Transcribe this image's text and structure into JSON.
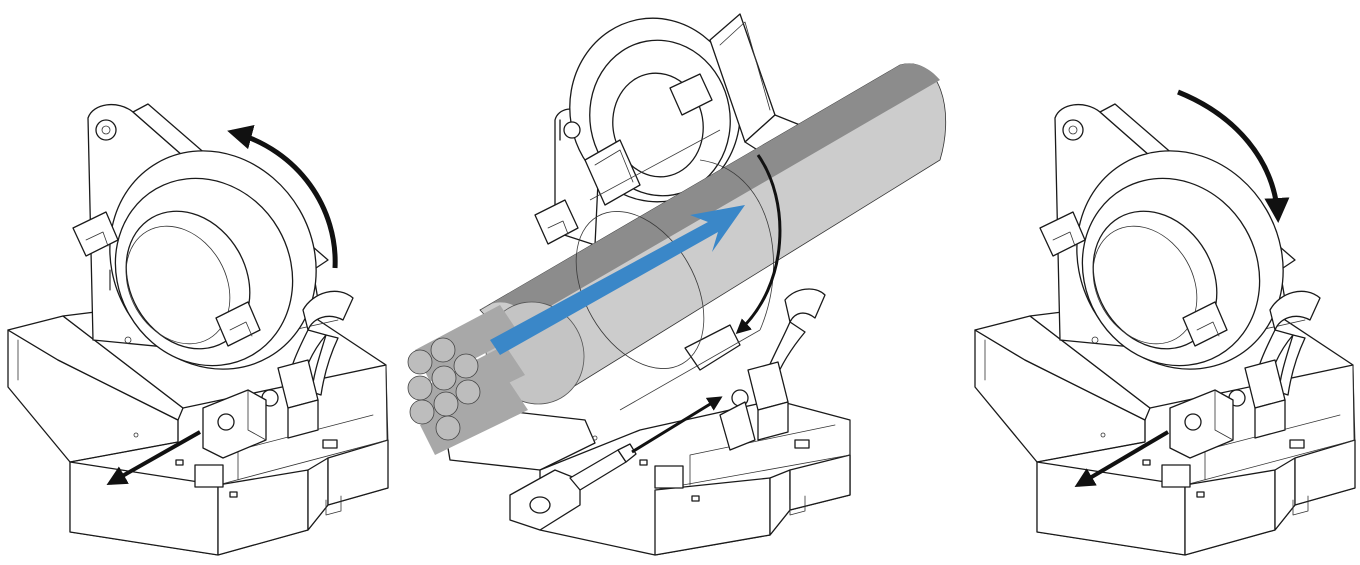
{
  "figure": {
    "panels": [
      {
        "id": "open",
        "arrow_rotation": "counter-clockwise",
        "pin_motion": "out"
      },
      {
        "id": "insert",
        "arrow_rotation": "clockwise",
        "pin_motion": "in"
      },
      {
        "id": "close",
        "arrow_rotation": "clockwise",
        "pin_motion": "out"
      }
    ]
  },
  "colors": {
    "line": "#1a1a1a",
    "cable_jacket": "#cccccc",
    "cable_top": "#8c8c8c",
    "conductor": "#a8a8a8",
    "flow_arrow": "#3a87c8",
    "motion_arrow": "#111111"
  },
  "icons": {
    "rotate_arrow": "curved-arrow-icon",
    "pull_arrow": "straight-arrow-icon",
    "flow_arrow": "flow-arrow-icon"
  }
}
